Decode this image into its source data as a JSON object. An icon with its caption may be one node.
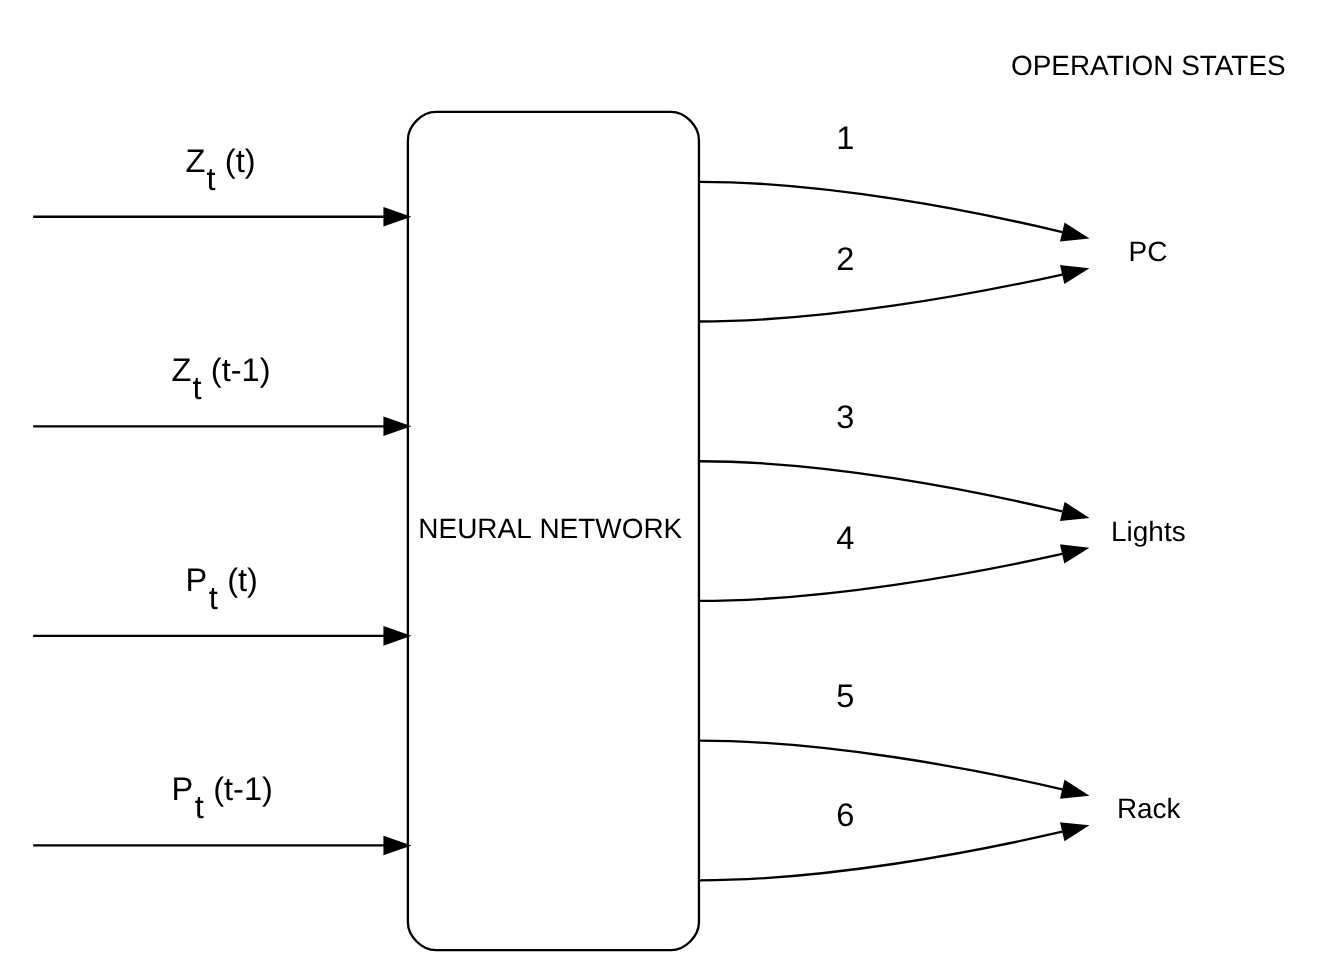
{
  "diagram": {
    "nodes": [
      {
        "text": [
          "NEURAL NETWORK"
        ]
      },
      {
        "text": [
          "PC"
        ]
      },
      {
        "text": [
          "Lights"
        ]
      },
      {
        "text": [
          "Rack"
        ]
      }
    ],
    "edges": [
      {
        "from": null,
        "to": 0,
        "arrow": "to",
        "label": "Z$_{t}$ (t)"
      },
      {
        "from": null,
        "to": 0,
        "arrow": "to",
        "label": "Z$_{t}$ (t-1)"
      },
      {
        "from": null,
        "to": 0,
        "arrow": "to",
        "label": "P$_{t}$ (t)"
      },
      {
        "from": null,
        "to": 0,
        "arrow": "to",
        "label": "P$_{t}$ (t-1)"
      },
      {
        "from": 0,
        "to": 1,
        "arrow": "to",
        "label": "1"
      },
      {
        "from": 0,
        "to": 1,
        "arrow": "to",
        "label": "2"
      },
      {
        "from": 0,
        "to": 2,
        "arrow": "to",
        "label": "3"
      },
      {
        "from": 0,
        "to": 2,
        "arrow": "to",
        "label": "4"
      },
      {
        "from": 0,
        "to": 3,
        "arrow": "to",
        "label": "5"
      },
      {
        "from": 0,
        "to": 3,
        "arrow": "to",
        "label": "6"
      }
    ],
    "labels": [
      "OPERATION STATES"
    ]
  }
}
